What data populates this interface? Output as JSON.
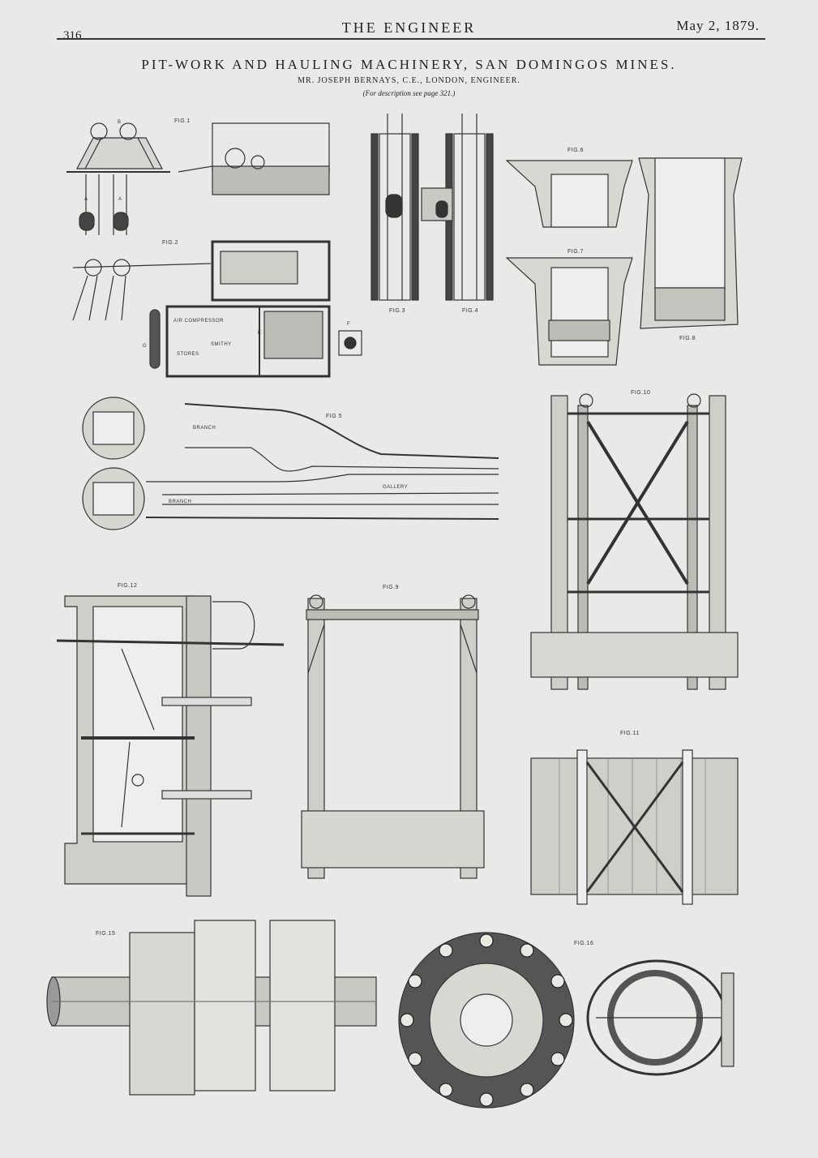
{
  "header": {
    "page_number": "316",
    "journal": "THE ENGINEER",
    "date": "May 2, 1879."
  },
  "article": {
    "title": "PIT-WORK AND HAULING MACHINERY, SAN DOMINGOS MINES.",
    "byline": "MR. JOSEPH BERNAYS, C.E., LONDON, ENGINEER.",
    "note": "(For description see page 321.)"
  },
  "figures": {
    "fig1": "FIG.1",
    "fig2": "FIG.2",
    "fig3": "FIG.3",
    "fig4": "FIG.4",
    "fig5": "FIG 5",
    "fig6": "FIG.6",
    "fig7": "FIG.7",
    "fig8": "FIG.8",
    "fig9": "FIG.9",
    "fig10": "FIG.10",
    "fig11": "FIG.11",
    "fig12": "FIG.12",
    "fig15": "FIG.15",
    "fig16": "FIG.16"
  },
  "labels": {
    "air_compressor": "AIR COMPRESSOR",
    "smithy": "SMITHY",
    "stores": "STORES",
    "branch_upper": "BRANCH",
    "branch_lower": "BRANCH",
    "gallery": "GALLERY",
    "e": "E",
    "f": "F",
    "g": "G",
    "a1": "A",
    "a2": "A",
    "b": "B"
  }
}
